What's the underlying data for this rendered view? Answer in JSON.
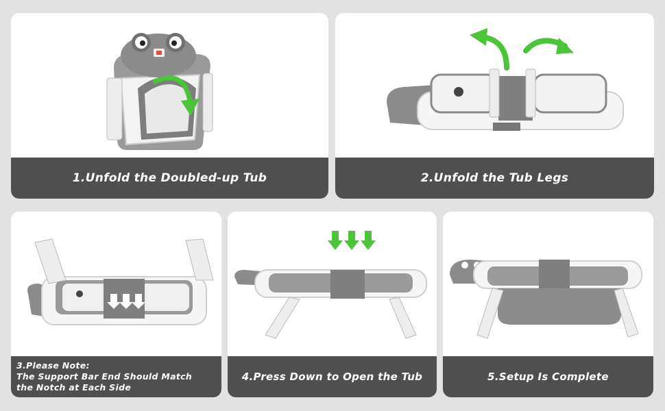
{
  "steps": [
    {
      "caption": "1.Unfold the Doubled-up Tub"
    },
    {
      "caption": "2.Unfold the Tub Legs"
    },
    {
      "caption_lines": [
        "3.Please Note:",
        "The Support Bar End Should Match",
        "the Notch at Each Side"
      ]
    },
    {
      "caption": "4.Press Down to Open the Tub"
    },
    {
      "caption": "5.Setup Is Complete"
    }
  ],
  "colors": {
    "background": "#e2e2e2",
    "caption_bar": "#4f4f4f",
    "arrow_green": "#4cc43a",
    "tub_gray": "#8a8a8a",
    "tub_light": "#f4f4f4"
  },
  "icons": [
    "frog-face-icon",
    "green-curved-arrow-icon",
    "green-down-arrow-icon"
  ]
}
